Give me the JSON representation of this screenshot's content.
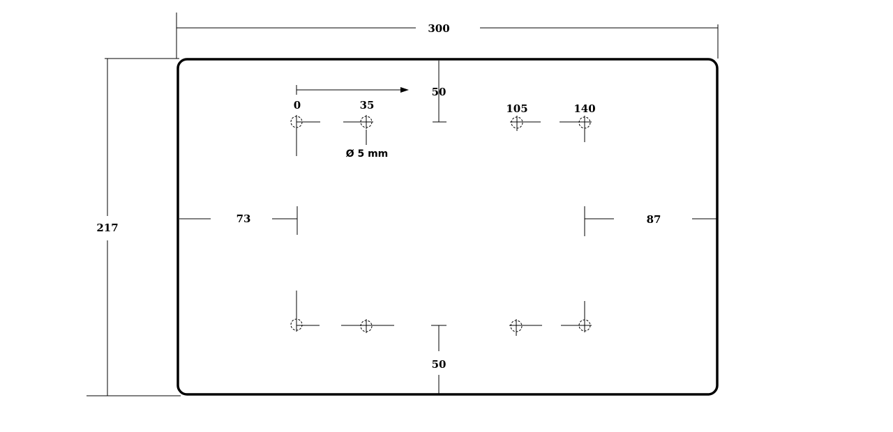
{
  "plate": {
    "width_label": "300",
    "height_label": "217"
  },
  "top_offset_label": "50",
  "bottom_offset_label": "50",
  "left_offset_label": "73",
  "right_offset_label": "87",
  "hole_positions": {
    "p0": "0",
    "p35": "35",
    "p105": "105",
    "p140": "140"
  },
  "hole_diameter_label": "Ø 5 mm"
}
